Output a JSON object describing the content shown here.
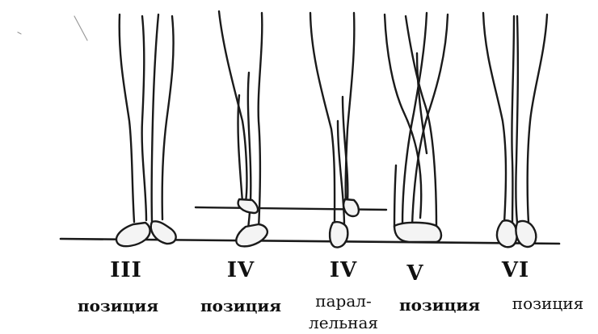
{
  "positions": [
    {
      "numeral": "III",
      "caption": [
        "позиция"
      ]
    },
    {
      "numeral": "IV",
      "caption": [
        "позиция"
      ]
    },
    {
      "numeral": "IV",
      "caption": [
        "парал-",
        "лельная"
      ]
    },
    {
      "numeral": "V",
      "caption": [
        "позиция"
      ]
    },
    {
      "numeral": "VI",
      "caption": [
        "позиция"
      ]
    }
  ],
  "colors": {
    "ink": "#1a1a1a",
    "paper": "#ffffff",
    "shoe": "#f4f4f4"
  }
}
